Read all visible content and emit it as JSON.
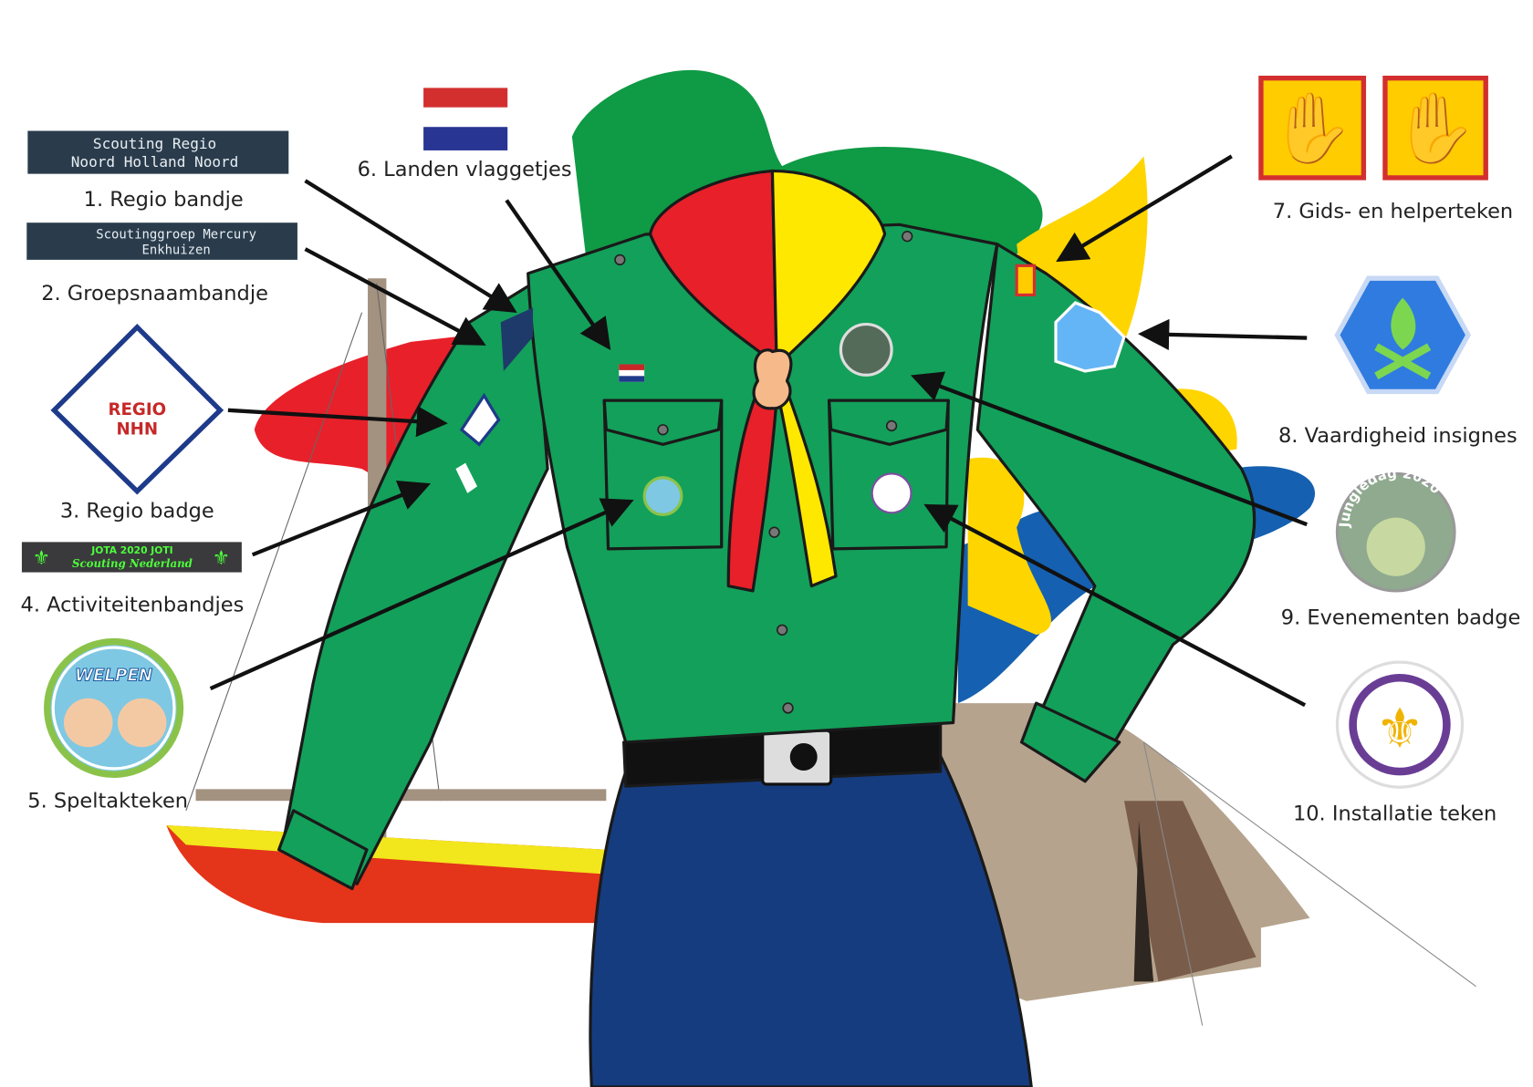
{
  "labels": [
    "1. Regio bandje",
    "2. Groepsnaambandje",
    "3. Regio badge",
    "4. Activiteitenbandjes",
    "5. Speltakteken",
    "6. Landen vlaggetjes",
    "7. Gids- en helperteken",
    "8. Vaardigheid insignes",
    "9. Evenementen badge",
    "10. Installatie teken"
  ],
  "badges": {
    "regio_band": [
      "Scouting Regio",
      "Noord Holland Noord"
    ],
    "group_band": [
      "Scoutinggroep Mercury",
      "Enkhuizen"
    ],
    "regio_badge": [
      "REGIO",
      "NHN"
    ],
    "activity_band": [
      "JOTA 2020 JOTI",
      "Scouting Nederland"
    ],
    "speltak": "WELPEN",
    "event": "Jungledag 2020"
  },
  "colors": {
    "shirt": "#13a05a",
    "scarf_red": "#e8202a",
    "scarf_yellow": "#ffe800",
    "pants": "#163c80",
    "band_dark": "#2a3c4c"
  }
}
